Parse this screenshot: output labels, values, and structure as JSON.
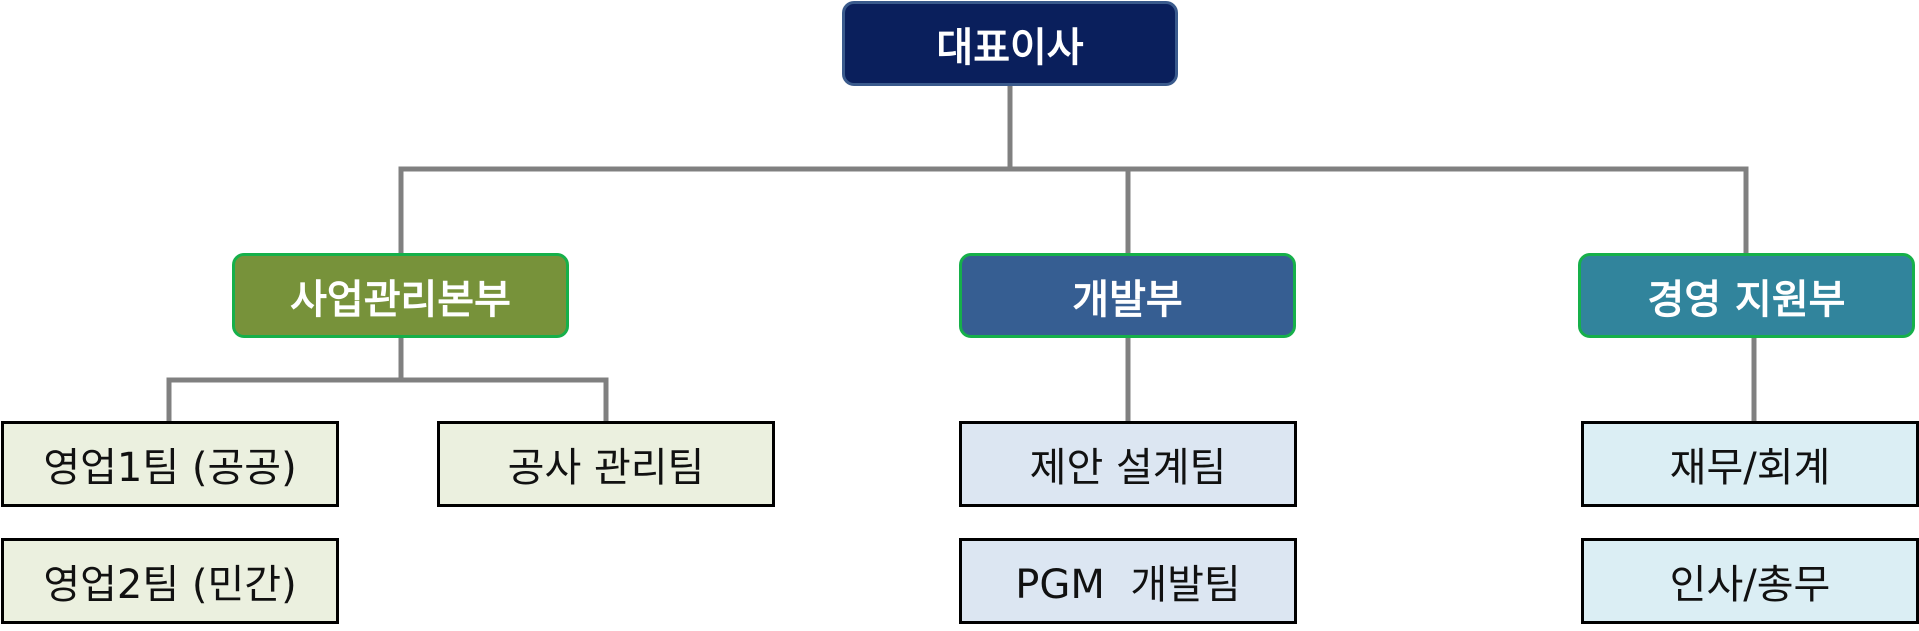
{
  "ceo": {
    "label": "대표이사",
    "color": "#0a1f5c"
  },
  "divisions": {
    "business": {
      "label": "사업관리본부",
      "color": "#77923a",
      "teams": [
        "영업1팀 (공공)",
        "공사 관리팀",
        "영업2팀 (민간)"
      ]
    },
    "development": {
      "label": "개발부",
      "color": "#365e92",
      "teams": [
        "제안 설계팀",
        "PGM  개발팀"
      ]
    },
    "support": {
      "label": "경영 지원부",
      "color": "#31849c",
      "teams": [
        "재무/회계",
        "인사/총무"
      ]
    }
  },
  "colors": {
    "connector": "#808080",
    "division_border": "#16b04a",
    "team_green": "#ebf0df",
    "team_blue": "#dce6f2",
    "team_teal": "#dbeef4"
  }
}
